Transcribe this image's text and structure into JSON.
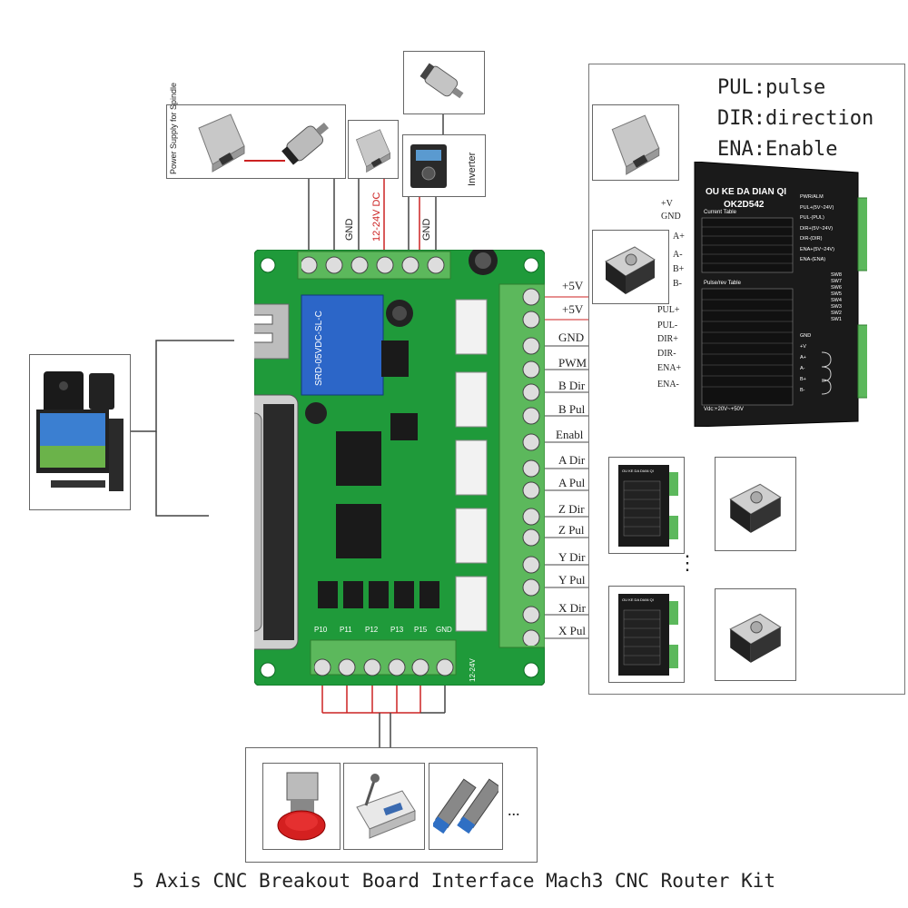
{
  "legend": {
    "pul": "PUL:pulse",
    "dir": "DIR:direction",
    "ena": "ENA:Enable"
  },
  "top_labels": {
    "power_supply_spindle": "Power Supply for Spindle",
    "inverter": "Inverter",
    "gnd_left": "GND",
    "dc_supply": "12-24V DC",
    "gnd_right": "GND"
  },
  "terminal_labels": [
    "+5V",
    "+5V",
    "GND",
    "PWM",
    "B Dir",
    "B Pul",
    "Enabl",
    "A Dir",
    "A Pul",
    "Z Dir",
    "Z Pul",
    "Y Dir",
    "Y Pul",
    "X Dir",
    "X Pul"
  ],
  "driver": {
    "brand": "OU KE DA DIAN QI",
    "model": "OK2D542",
    "power_in": [
      "+V",
      "GND"
    ],
    "motor_out": [
      "A+",
      "A-",
      "B+",
      "B-"
    ],
    "signal_in": [
      "PUL+",
      "PUL-",
      "DIR+",
      "DIR-",
      "ENA+",
      "ENA-"
    ],
    "right_labels": [
      "PWR/ALM",
      "PUL+(5V~24V)",
      "PUL-(PUL)",
      "DIR+(5V~24V)",
      "DIR-(DIR)",
      "ENA+(5V~24V)",
      "ENA-(ENA)"
    ],
    "switch_labels": [
      "SW8",
      "SW7",
      "SW6",
      "SW5",
      "SW4",
      "SW3",
      "SW2",
      "SW1"
    ],
    "current_table_title": "Current Table",
    "pulse_table_title": "Pulse/rev Table",
    "bottom_note": "Vdc:+20V~+50V",
    "bottom_left": [
      "GND",
      "+V",
      "A+",
      "A-",
      "B+",
      "B-"
    ]
  },
  "small_driver_brand": "OU KE DA DIAN QI",
  "board": {
    "relay_text": "SRD-05VDC-SL-C",
    "bottom_pins": [
      "P10",
      "P11",
      "P12",
      "P13",
      "P15",
      "GND"
    ],
    "bottom_power": "12-24V"
  },
  "ellipsis": "...",
  "vertical_dots": "⋮",
  "caption": "5 Axis CNC Breakout Board Interface Mach3 CNC Router Kit",
  "colors": {
    "pcb": "#1f9a3a",
    "terminal": "#5cb85c",
    "wire_red": "#cc2222",
    "driver_body": "#1a1a1a"
  }
}
